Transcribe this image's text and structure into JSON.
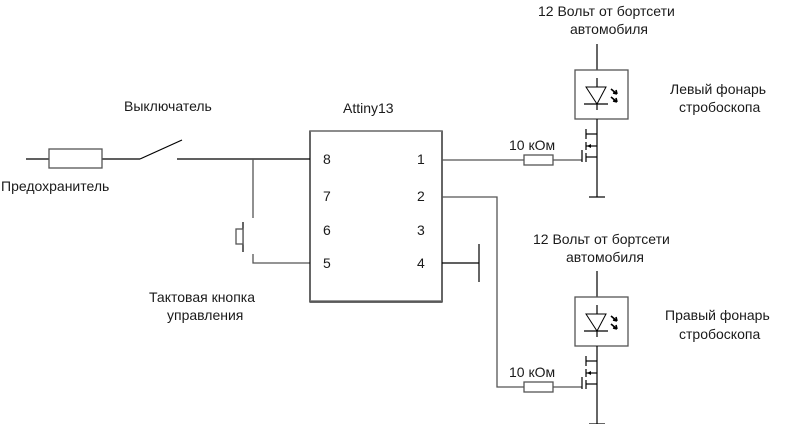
{
  "title": "Схема стробоскопа на Attiny13",
  "labels": {
    "fuse": "Предохранитель",
    "switch": "Выключатель",
    "chip": "Attiny13",
    "button_line1": "Тактовая кнопка",
    "button_line2": "управления",
    "supply_top_line1": "12 Вольт от бортсети",
    "supply_top_line2": "автомобиля",
    "supply_bottom_line1": "12 Вольт от бортсети",
    "supply_bottom_line2": "автомобиля",
    "lamp_left_line1": "Левый фонарь",
    "lamp_left_line2": "стробоскопа",
    "lamp_right_line1": "Правый фонарь",
    "lamp_right_line2": "стробоскопа",
    "resistor_top": "10 кОм",
    "resistor_bottom": "10 кОм"
  },
  "pins": {
    "left": [
      "8",
      "7",
      "6",
      "5"
    ],
    "right": [
      "1",
      "2",
      "3",
      "4"
    ]
  },
  "icons": {
    "fuse": "fuse-icon",
    "switch": "switch-icon",
    "button": "pushbutton-icon",
    "led": "led-icon",
    "mosfet": "mosfet-icon",
    "ground": "ground-icon",
    "resistor": "resistor-icon"
  }
}
